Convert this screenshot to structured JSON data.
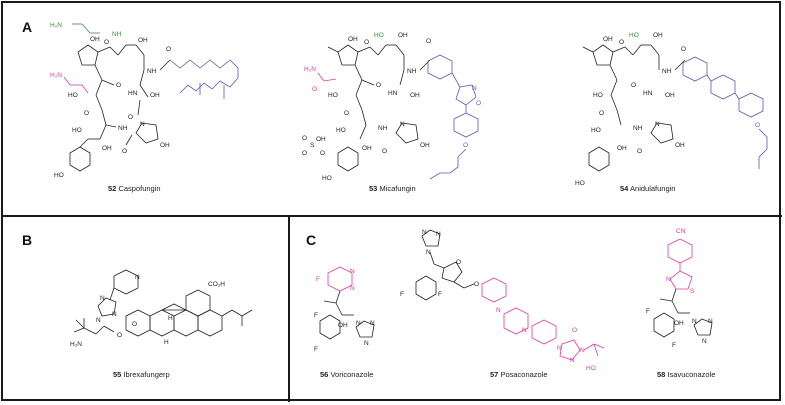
{
  "figure": {
    "panels": [
      {
        "label": "A",
        "compounds": [
          {
            "number": "52",
            "name": "Caspofungin"
          },
          {
            "number": "53",
            "name": "Micafungin"
          },
          {
            "number": "54",
            "name": "Anidulafungin"
          }
        ]
      },
      {
        "label": "B",
        "compounds": [
          {
            "number": "55",
            "name": "Ibrexafungerp"
          }
        ]
      },
      {
        "label": "C",
        "compounds": [
          {
            "number": "56",
            "name": "Voriconazole"
          },
          {
            "number": "57",
            "name": "Posaconazole"
          },
          {
            "number": "58",
            "name": "Isavuconazole"
          }
        ]
      }
    ],
    "atom_labels": {
      "h2n": "H₂N",
      "nh": "NH",
      "oh": "OH",
      "ho": "HO",
      "o": "O",
      "n": "N",
      "f": "F",
      "s": "S",
      "cn": "CN",
      "co2h": "CO₂H",
      "h": "H",
      "hn": "HN"
    },
    "colors": {
      "green": "#3a8a3a",
      "pink": "#d63fa6",
      "blue": "#5a5ab8",
      "black": "#222222",
      "border": "#1a1a1a"
    }
  }
}
